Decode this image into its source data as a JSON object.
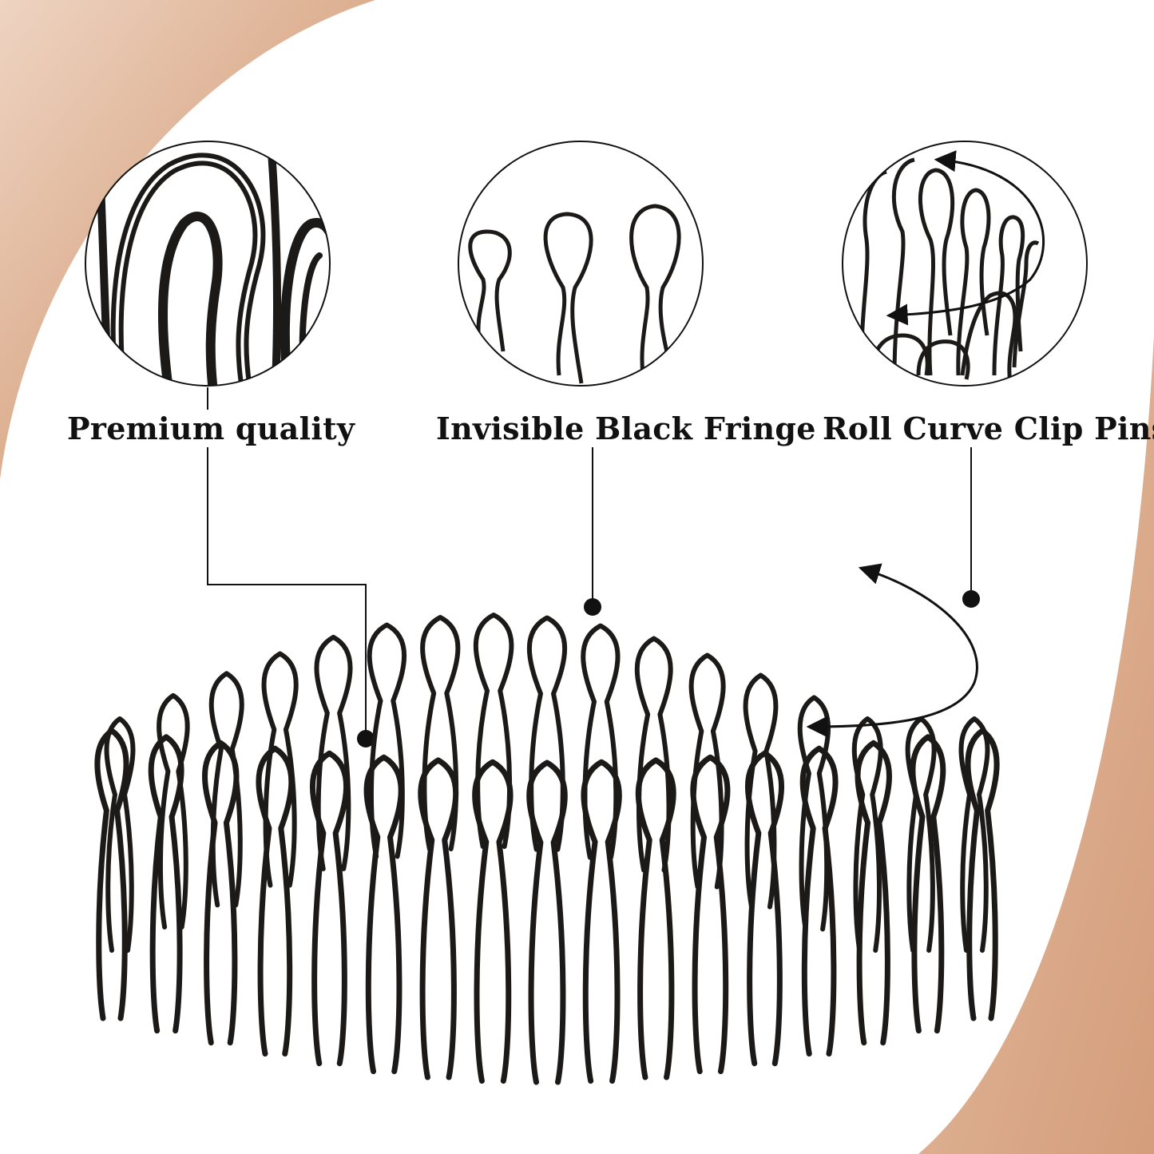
{
  "colors": {
    "background": "#ffffff",
    "accent_swoosh": "#d9a98a",
    "accent_swoosh_light": "#f2dccd",
    "wire": "#1c1a19",
    "leader_line": "#111111"
  },
  "callouts": [
    {
      "label": "Premium quality",
      "detail_icon": "loop-closeup-icon"
    },
    {
      "label": "Invisible Black Fringe",
      "detail_icon": "three-loops-icon"
    },
    {
      "label": "Roll Curve Clip Pins",
      "detail_icon": "rolled-pins-icon"
    }
  ],
  "product": {
    "icon": "wavy-hair-comb-band",
    "rotation_arrows": "curved-rotation-arrows-icon"
  }
}
